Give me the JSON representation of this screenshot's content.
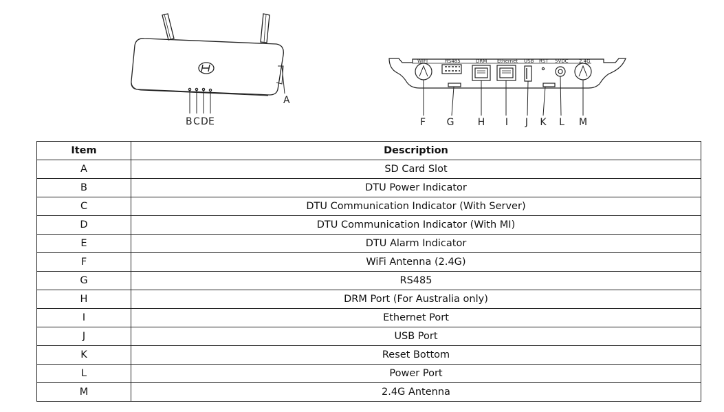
{
  "figure": {
    "left_callouts": [
      "A",
      "B",
      "C",
      "D",
      "E"
    ],
    "port_labels": [
      "WIFI",
      "RS485",
      "DRM",
      "Ethernet",
      "USB",
      "RST",
      "5VDC",
      "2.4G"
    ],
    "bottom_callouts": [
      "F",
      "G",
      "H",
      "I",
      "J",
      "K",
      "L",
      "M"
    ]
  },
  "table": {
    "headers": {
      "item": "Item",
      "description": "Description"
    },
    "rows": [
      {
        "item": "A",
        "description": "SD Card Slot"
      },
      {
        "item": "B",
        "description": "DTU Power Indicator"
      },
      {
        "item": "C",
        "description": "DTU Communication Indicator (With Server)"
      },
      {
        "item": "D",
        "description": "DTU Communication Indicator (With MI)"
      },
      {
        "item": "E",
        "description": "DTU Alarm Indicator"
      },
      {
        "item": "F",
        "description": "WiFi Antenna (2.4G)"
      },
      {
        "item": "G",
        "description": "RS485"
      },
      {
        "item": "H",
        "description": "DRM Port (For Australia only)"
      },
      {
        "item": "I",
        "description": "Ethernet Port"
      },
      {
        "item": "J",
        "description": "USB Port"
      },
      {
        "item": "K",
        "description": "Reset Bottom"
      },
      {
        "item": "L",
        "description": "Power Port"
      },
      {
        "item": "M",
        "description": "2.4G Antenna"
      }
    ]
  }
}
